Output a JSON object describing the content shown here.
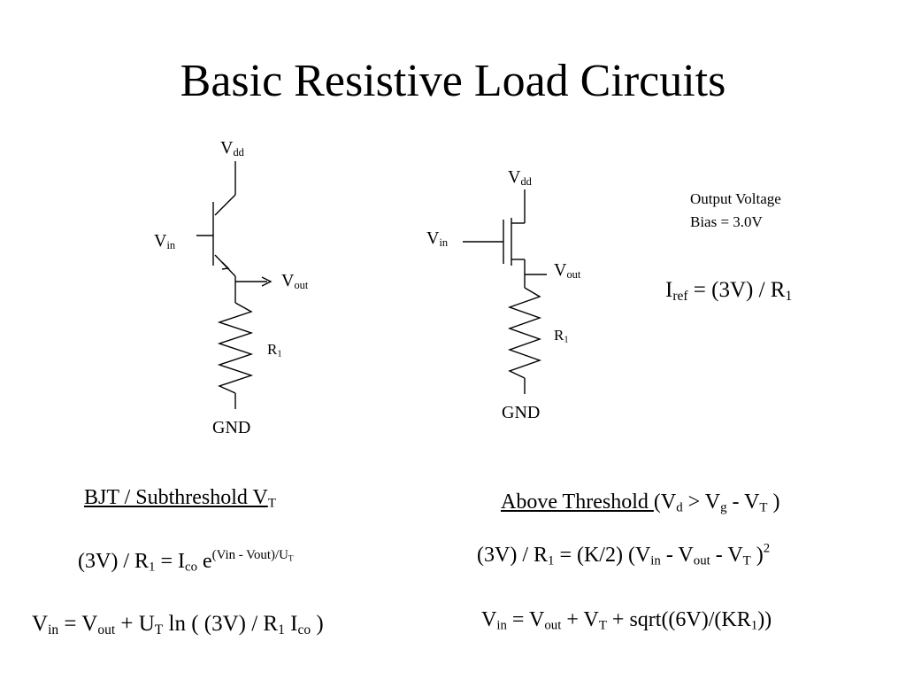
{
  "slide": {
    "title": "Basic Resistive Load Circuits"
  },
  "bjt_circuit": {
    "supply": {
      "base": "V",
      "sub": "dd"
    },
    "input": {
      "base": "V",
      "sub": "in"
    },
    "output": {
      "base": "V",
      "sub": "out"
    },
    "resistor": {
      "base": "R",
      "sub": "1"
    },
    "ground": "GND"
  },
  "mos_circuit": {
    "supply": {
      "base": "V",
      "sub": "dd"
    },
    "input": {
      "base": "V",
      "sub": "in"
    },
    "output": {
      "base": "V",
      "sub": "out"
    },
    "resistor": {
      "base": "R",
      "sub": "1"
    },
    "ground": "GND"
  },
  "output_note": {
    "line1": "Output Voltage",
    "line2": "Bias = 3.0V"
  },
  "iref": {
    "base": "I",
    "sub": "ref",
    "rest": " = (3V) / R",
    "rsub": "1"
  },
  "bjt_section": {
    "heading": {
      "text": "BJT / Subthreshold V",
      "sub": "T"
    },
    "eq1": {
      "a": "(3V) / R",
      "a_sub": "1",
      "b": " = I",
      "b_sub": "co",
      "c": " e",
      "exp": "(Vin - Vout)/U",
      "exp_sub": "T"
    },
    "eq2": {
      "a": "V",
      "a_sub": "in",
      "b": " = V",
      "b_sub": "out",
      "c": " + U",
      "c_sub": "T",
      "d": " ln ( (3V) / R",
      "d_sub": "1",
      "e": " I",
      "e_sub": "co",
      "f": " )"
    }
  },
  "above_section": {
    "heading": {
      "text": "Above Threshold ",
      "p1": "(V",
      "p1_sub": "d",
      "p2": " > V",
      "p2_sub": "g",
      "p3": " - V",
      "p3_sub": "T",
      "p4": " )"
    },
    "eq1": {
      "a": "(3V) / R",
      "a_sub": "1",
      "b": " = (K/2) (V",
      "b_sub": "in",
      "c": " - V",
      "c_sub": "out",
      "d": " - V",
      "d_sub": "T",
      "e": " )",
      "e_sup": "2"
    },
    "eq2": {
      "a": "V",
      "a_sub": "in",
      "b": " = V",
      "b_sub": "out",
      "c": " + V",
      "c_sub": "T",
      "d": " + sqrt((6V)/(KR",
      "d_sub": "1",
      "e": "))"
    }
  }
}
